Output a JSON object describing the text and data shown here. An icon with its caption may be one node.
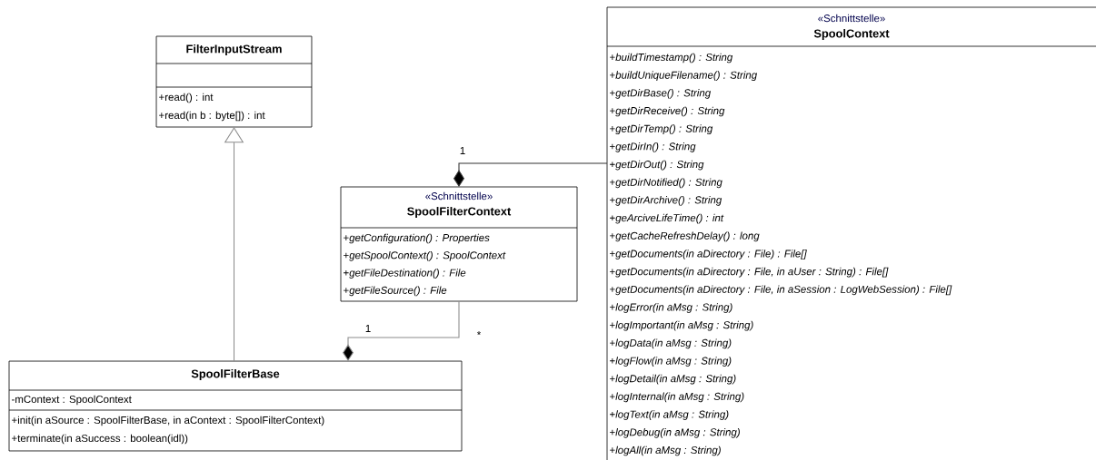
{
  "diagram": {
    "nodes": [
      {
        "text": [
          "FilterInputStream",
          "+read() : int",
          "+read(in b : byte[]) : int"
        ]
      },
      {
        "text": [
          "«Schnittstelle»",
          "SpoolContext",
          "+*buildTimestamp() : String*",
          "+*buildUniqueFilename() : String*",
          "+*getDirBase() : String*",
          "+*getDirReceive() : String*",
          "+*getDirTemp() : String*",
          "+*getDirIn() : String*",
          "+*getDirOut() : String*",
          "+*getDirNotified() : String*",
          "+*getDirArchive() : String*",
          "+*geArciveLifeTime() : int*",
          "+*getCacheRefreshDelay() : long*",
          "+*getDocuments(in aDirectory : File) : File[]*",
          "+*getDocuments(in aDirectory : File, in aUser : String) : File[]*",
          "+*getDocuments(in aDirectory : File, in aSession : LogWebSession) : File[]*",
          "+*logError(in aMsg : String)*",
          "+*logImportant(in aMsg : String)*",
          "+*logData(in aMsg : String)*",
          "+*logFlow(in aMsg : String)*",
          "+*logDetail(in aMsg : String)*",
          "+*logInternal(in aMsg : String)*",
          "+*logText(in aMsg : String)*",
          "+*logDebug(in aMsg : String)*",
          "+*logAll(in aMsg : String)*"
        ]
      },
      {
        "text": [
          "«Schnittstelle»",
          "SpoolFilterContext",
          "+*getConfiguration() : Properties*",
          "+*getSpoolContext() : SpoolContext*",
          "+*getFileDestination() : File*",
          "+*getFileSource() : File*"
        ]
      },
      {
        "text": [
          "SpoolFilterBase",
          "-mContext : SpoolContext",
          "+init(in aSource : SpoolFilterBase, in aContext : SpoolFilterContext)",
          "+terminate(in aSuccess : boolean(idl))"
        ]
      }
    ],
    "edges": [
      {
        "from": 3,
        "to": 0,
        "arrow": "to"
      },
      {
        "from": 1,
        "to": 2,
        "arrow": "other",
        "label": "1"
      },
      {
        "from": 2,
        "to": 3,
        "arrow": "other",
        "label": "1"
      }
    ],
    "labels": [
      "*"
    ]
  }
}
